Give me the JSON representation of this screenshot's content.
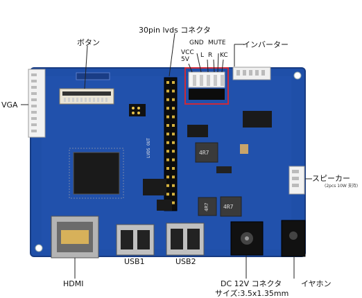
{
  "labels": {
    "connector": "30pin lvds コネクタ",
    "button": "ボタン",
    "inverter": "インバーター",
    "vga": "VGA",
    "gnd": "GND",
    "mute": "MUTE",
    "vcc": "VCC",
    "v5": "5V",
    "l": "L",
    "r": "R",
    "kc": "KC",
    "speaker": "スピーカー",
    "speaker_note": "(2pcs 10W 支持)",
    "usb1": "USB1",
    "usb2": "USB2",
    "hdmi": "HDMI",
    "dc": "DC 12V コネクタ",
    "dc_size": "サイズ:3.5x1.35mm",
    "earphone": "イヤホン"
  },
  "silkscreen": {
    "lvds_out": "LVDS OUT",
    "inductor1": "4R7",
    "inductor2": "4R7",
    "inductor3": "4R7"
  },
  "colors": {
    "pcb": "#1f4fa8",
    "highlight": "#cc2a3a",
    "leader": "#222222"
  }
}
